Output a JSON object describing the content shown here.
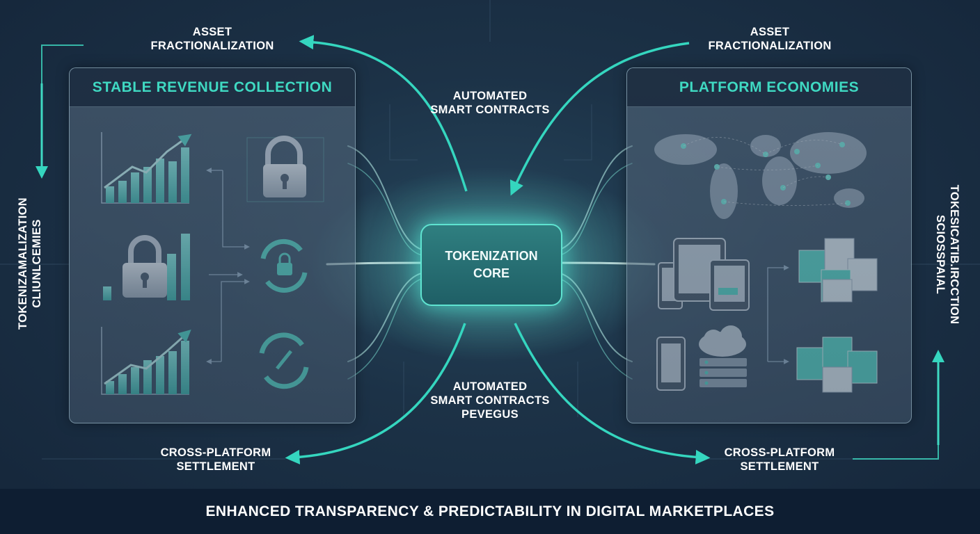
{
  "panels": {
    "left": {
      "title": "STABLE REVENUE COLLECTION"
    },
    "right": {
      "title": "PLATFORM ECONOMIES"
    }
  },
  "core": {
    "line1": "TOKENIZATION",
    "line2": "CORE"
  },
  "labels": {
    "top_left": {
      "line1": "ASSET",
      "line2": "FRACTIONALIZATION"
    },
    "top_right": {
      "line1": "ASSET",
      "line2": "FRACTIONALIZATION"
    },
    "center_top": {
      "line1": "AUTOMATED",
      "line2": "SMART CONTRACTS"
    },
    "center_bottom": {
      "line1": "AUTOMATED",
      "line2": "SMART CONTRACTS",
      "line3": "PEVEGUS"
    },
    "bottom_left": {
      "line1": "CROSS-PLATFORM",
      "line2": "SETTLEMENT"
    },
    "bottom_right": {
      "line1": "CROSS-PLATFORM",
      "line2": "SETTLEMENT"
    },
    "side_left": {
      "line1": "TOKENIZAMALIZATION",
      "line2": "CLIUNLCEMIES"
    },
    "side_right": {
      "line1": "TOKESICATIB.IRCCTION",
      "line2": "SCIOSSPAIAL"
    }
  },
  "footer": {
    "text": "ENHANCED TRANSPARENCY & PREDICTABILITY IN DIGITAL MARKETPLACES"
  },
  "colors": {
    "accent": "#3fd9c2",
    "background": "#1c3247",
    "footer": "#0e1e32"
  }
}
